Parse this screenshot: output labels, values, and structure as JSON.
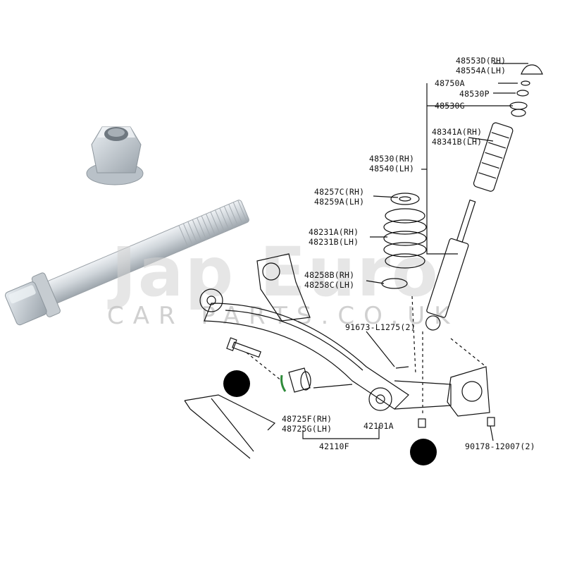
{
  "watermark": {
    "brand": "Jap Euro",
    "subtitle": "CAR PARTS.CO.UK"
  },
  "parts": {
    "p48553D": "48553D(RH)",
    "p48554A": "48554A(LH)",
    "p48750A": "48750A",
    "p48530P": "48530P",
    "p48530G": "48530G",
    "p48341A": "48341A(RH)",
    "p48341B": "48341B(LH)",
    "p48530": "48530(RH)",
    "p48540": "48540(LH)",
    "p48257C": "48257C(RH)",
    "p48259A": "48259A(LH)",
    "p48231A": "48231A(RH)",
    "p48231B": "48231B(LH)",
    "p48258B": "48258B(RH)",
    "p48258C": "48258C(LH)",
    "p91673": "91673-L1275(2)",
    "p48725F": "48725F(RH)",
    "p48725G": "48725G(LH)",
    "p42101A": "42101A",
    "p42110F": "42110F",
    "p90178": "90178-12007(2)"
  },
  "colors": {
    "ink": "#111111",
    "bolt_metal": "#c9ced3",
    "highlight": "#2e8b3a"
  }
}
